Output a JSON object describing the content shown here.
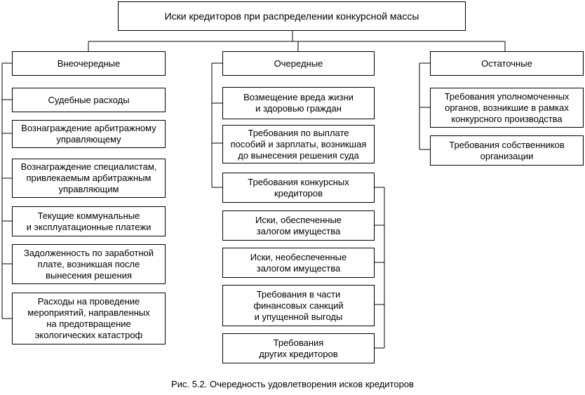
{
  "title": "Иски кредиторов при распределении конкурсной массы",
  "categories": [
    {
      "label": "Внеочередные",
      "items": [
        "Судебные расходы",
        "Вознаграждение арбитражному\nуправляющему",
        "Вознаграждение специалистам,\nпривлекаемым арбитражным\nуправляющим",
        "Текущие коммунальные\nи эксплуатационные платежи",
        "Задолженность по заработной\nплате, возникшая после\nвынесения решения",
        "Расходы на проведение\nмероприятий, направленных\nна предотвращение\nэкологических катастроф"
      ]
    },
    {
      "label": "Очередные",
      "items": [
        "Возмещение вреда жизни\nи здоровью граждан",
        "Требования по выплате\nпособий и зарплаты, возникшая\nдо вынесения решения суда",
        "Требования конкурсных\nкредиторов"
      ],
      "sub_items": [
        "Иски, обеспеченные\nзалогом имущества",
        "Иски, необеспеченные\nзалогом имущества",
        "Требования в части\nфинансовых санкций\nи упущенной выгоды",
        "Требования\nдругих кредиторов"
      ]
    },
    {
      "label": "Остаточные",
      "items": [
        "Требования уполномоченных\nорганов, возникшие в рамках\nконкурсного производства",
        "Требования собственников\nорганизации"
      ]
    }
  ],
  "caption": "Рис. 5.2. Очередность удовлетворения исков кредиторов"
}
